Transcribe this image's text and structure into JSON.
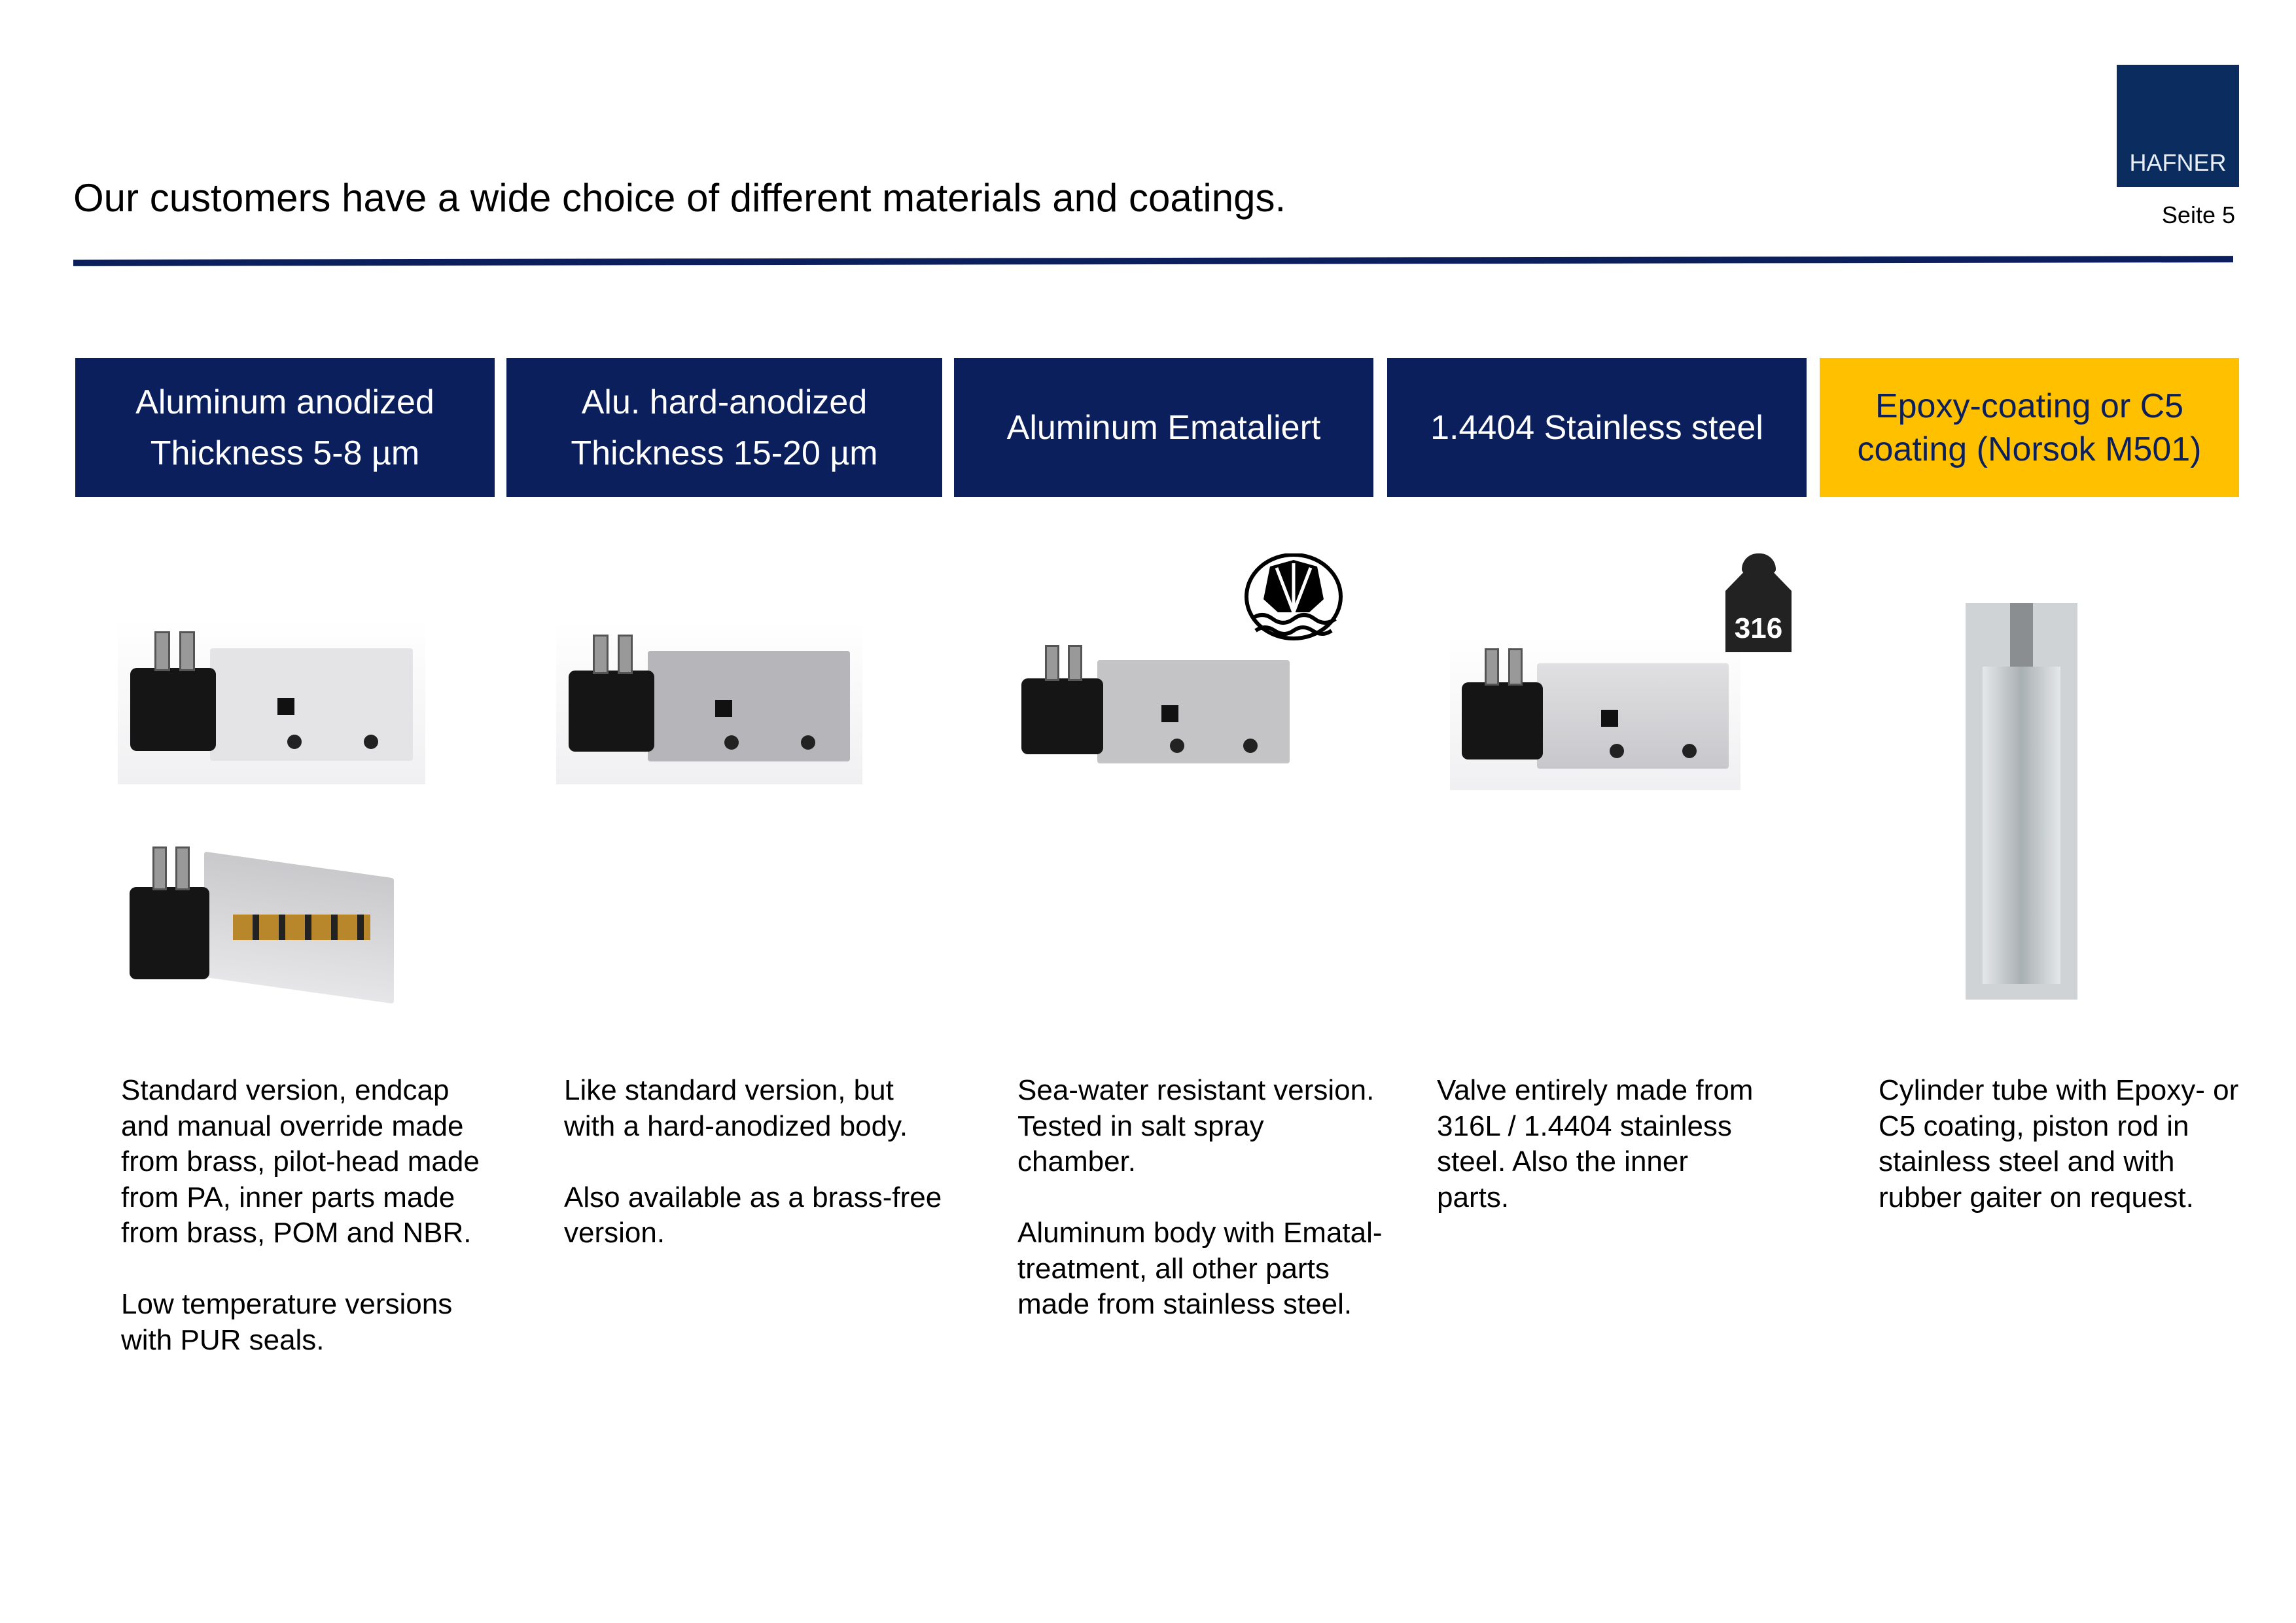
{
  "title": "Our customers have a wide choice of different materials and coatings.",
  "logo": "HAFNER",
  "page_label": "Seite 5",
  "colors": {
    "navy": "#0b1f5c",
    "yellow": "#ffc000"
  },
  "headers": [
    {
      "line1": "Aluminum anodized",
      "line2": "Thickness 5-8 µm"
    },
    {
      "line1": "Alu. hard-anodized",
      "line2": "Thickness 15-20 µm"
    },
    {
      "line1": "Aluminum Emataliert",
      "line2": ""
    },
    {
      "line1": "1.4404 Stainless steel",
      "line2": ""
    },
    {
      "line1": "Epoxy-coating or C5",
      "line2": "coating (Norsok M501)"
    }
  ],
  "badges": {
    "seawater": "sea-water-resistant-icon",
    "material": "316"
  },
  "descriptions": [
    "Standard version, endcap\nand manual override made\nfrom brass, pilot-head made\nfrom PA, inner parts made\nfrom brass, POM and NBR.\n\nLow temperature versions\nwith PUR seals.",
    "Like standard version, but\nwith a hard-anodized body.\n\nAlso available as a brass-free\nversion.",
    "Sea-water resistant version.\nTested in salt spray\nchamber.\n\nAluminum body with Ematal-\ntreatment, all other parts\nmade from stainless steel.",
    "Valve entirely made from\n316L / 1.4404 stainless\nsteel. Also the inner\nparts.",
    "Cylinder tube with Epoxy- or\nC5 coating, piston rod in\nstainless steel and with\nrubber gaiter on request."
  ]
}
